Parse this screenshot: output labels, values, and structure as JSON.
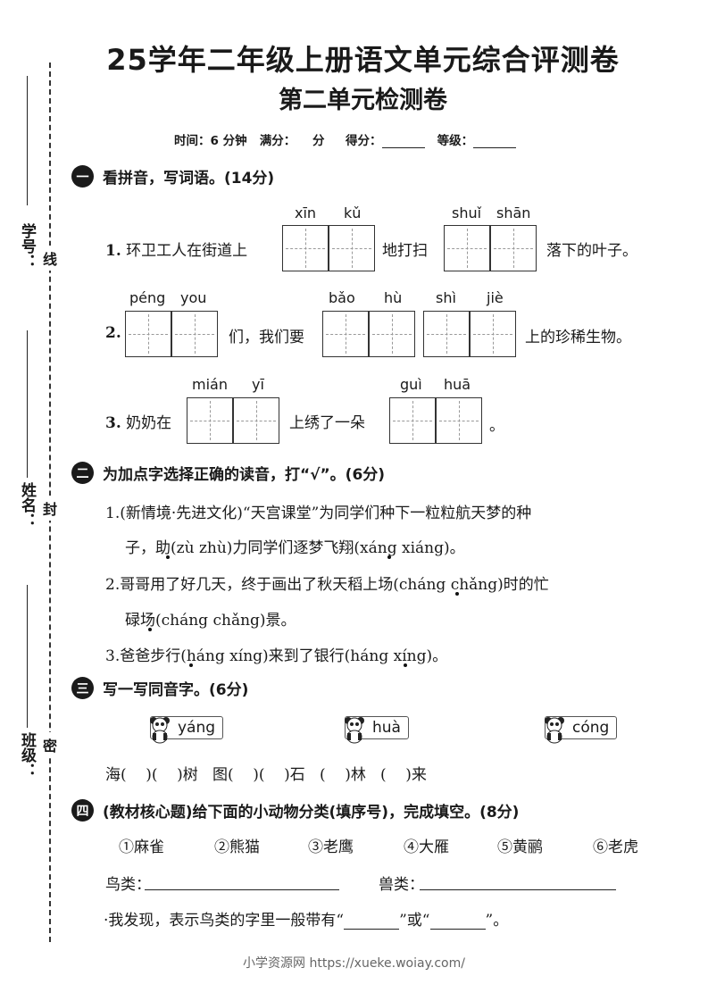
{
  "title": "25学年二年级上册语文单元综合评测卷",
  "subtitle": "第二单元检测卷",
  "meta": {
    "time": "时间：6 分钟",
    "full": "满分：",
    "unit": "分",
    "score": "得分：",
    "grade": "等级："
  },
  "side": {
    "student_id": "学号：",
    "name": "姓名：",
    "class": "班级：",
    "seal1": "线",
    "seal2": "封",
    "seal3": "密"
  },
  "s1": {
    "badge": "一",
    "title": "看拼音，写词语。(14分)",
    "q1": {
      "num": "1.",
      "a": "环卫工人在街道上",
      "py1": [
        "xīn",
        "kǔ"
      ],
      "b": "地打扫",
      "py2": [
        "shuǐ",
        "shān"
      ],
      "c": "落下的叶子。"
    },
    "q2": {
      "num": "2.",
      "py1": [
        "péng",
        "you"
      ],
      "a": "们，我们要",
      "py2": [
        "bǎo",
        "hù"
      ],
      "py3": [
        "shì",
        "jiè"
      ],
      "b": "上的珍稀生物。"
    },
    "q3": {
      "num": "3.",
      "a": "奶奶在",
      "py1": [
        "mián",
        "yī"
      ],
      "b": "上绣了一朵",
      "py2": [
        "guì",
        "huā"
      ],
      "c": "。"
    }
  },
  "s2": {
    "badge": "二",
    "title": "为加点字选择正确的读音，打“√”。(6分)",
    "lines": [
      "1.(新情境·先进文化)“天宫课堂”为同学们种下一粒粒航天梦的种",
      "子，助(zù  zhù)力同学们逐梦飞翔(xáng  xiáng)。",
      "2.哥哥用了好几天，终于画出了秋天稻上场(cháng  chǎng)时的忙",
      "碌场(cháng  chǎng)景。",
      "3.爸爸步行(háng  xíng)来到了银行(háng  xíng)。"
    ]
  },
  "s3": {
    "badge": "三",
    "title": "写一写同音字。(6分)",
    "tags": [
      "yáng",
      "huà",
      "cóng"
    ],
    "line": "海(    )(    )树   图(    )(    )石   (    )林   (    )来"
  },
  "s4": {
    "badge": "四",
    "title": "(教材核心题)给下面的小动物分类(填序号)，完成填空。(8分)",
    "animals": [
      "①麻雀",
      "②熊猫",
      "③老鹰",
      "④大雁",
      "⑤黄鹂",
      "⑥老虎"
    ],
    "bird": "鸟类：",
    "beast": "兽类：",
    "find": "·我发现，表示鸟类的字里一般带有“",
    "or": "”或“",
    "end": "”。"
  },
  "footer": "小学资源网 https://xueke.woiay.com/"
}
